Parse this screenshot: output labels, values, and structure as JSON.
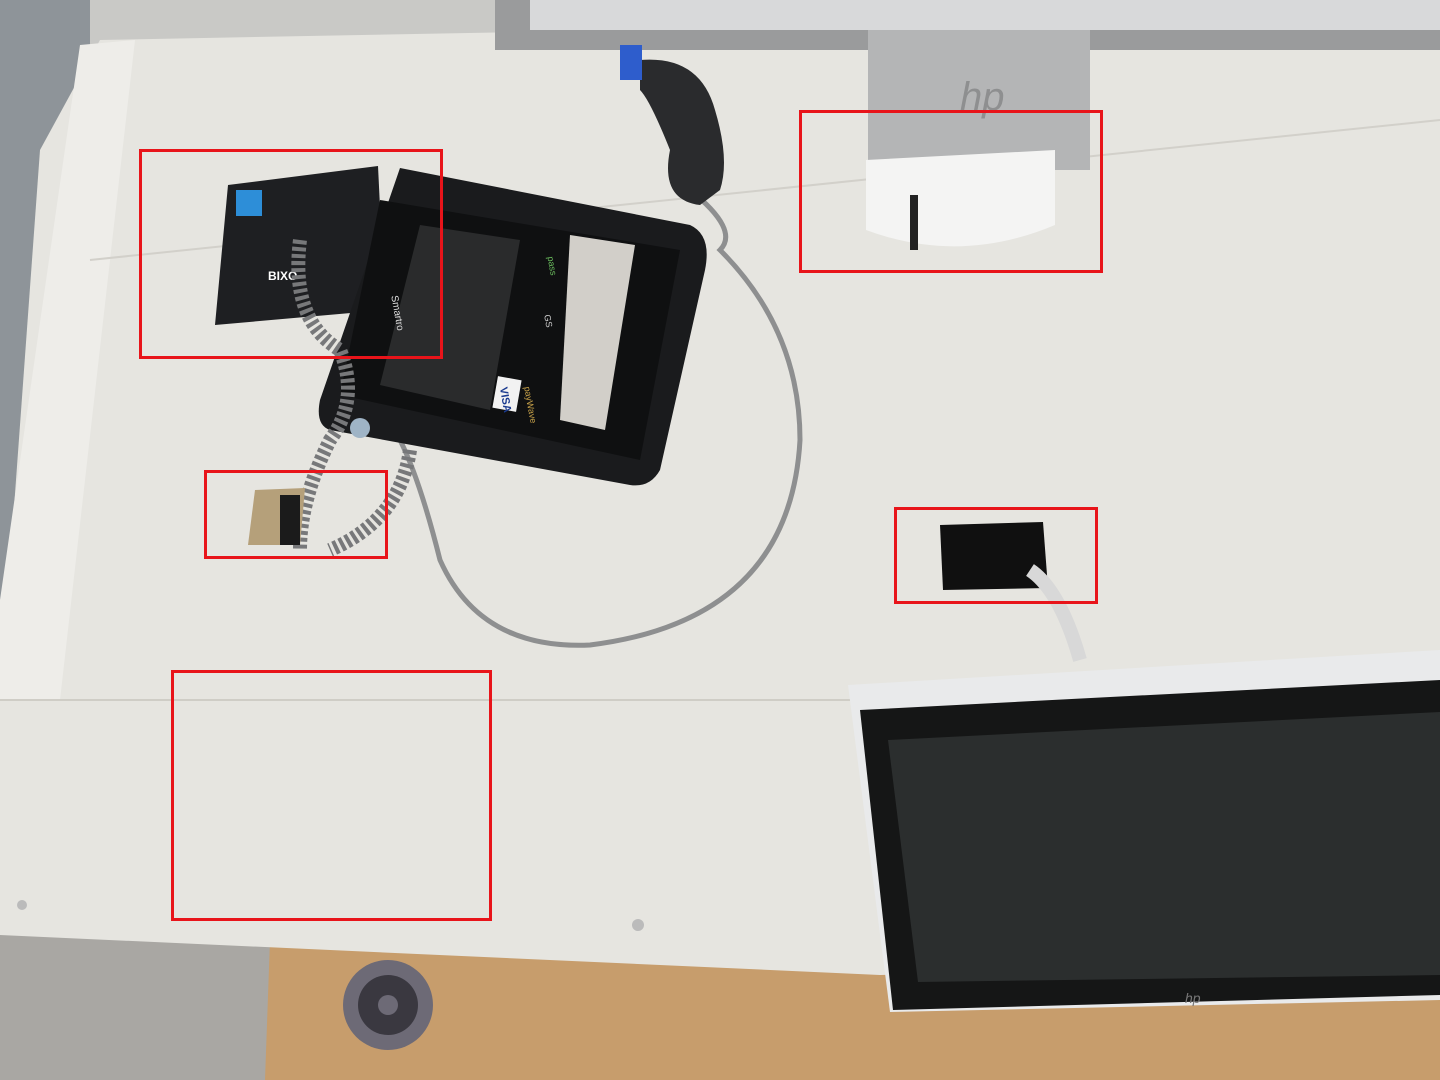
{
  "scene": {
    "description_labels": {
      "printer_brand": "BIXO",
      "terminal_brand": "Smartro",
      "card_logo": "VISA",
      "card_logo_sub": "payWave",
      "pass_logo": "pass",
      "gs_logo": "GS",
      "monitor_logo": "hp",
      "stand_logo": "hp"
    }
  },
  "annotations": [
    {
      "label": "printer-region"
    },
    {
      "label": "monitor-stand-region"
    },
    {
      "label": "cable-hole-left"
    },
    {
      "label": "cable-hole-right"
    },
    {
      "label": "empty-desk-region"
    }
  ],
  "colors": {
    "annotation": "#e8141a",
    "desk": "#e6e5e0",
    "wood": "#c79d6c"
  }
}
